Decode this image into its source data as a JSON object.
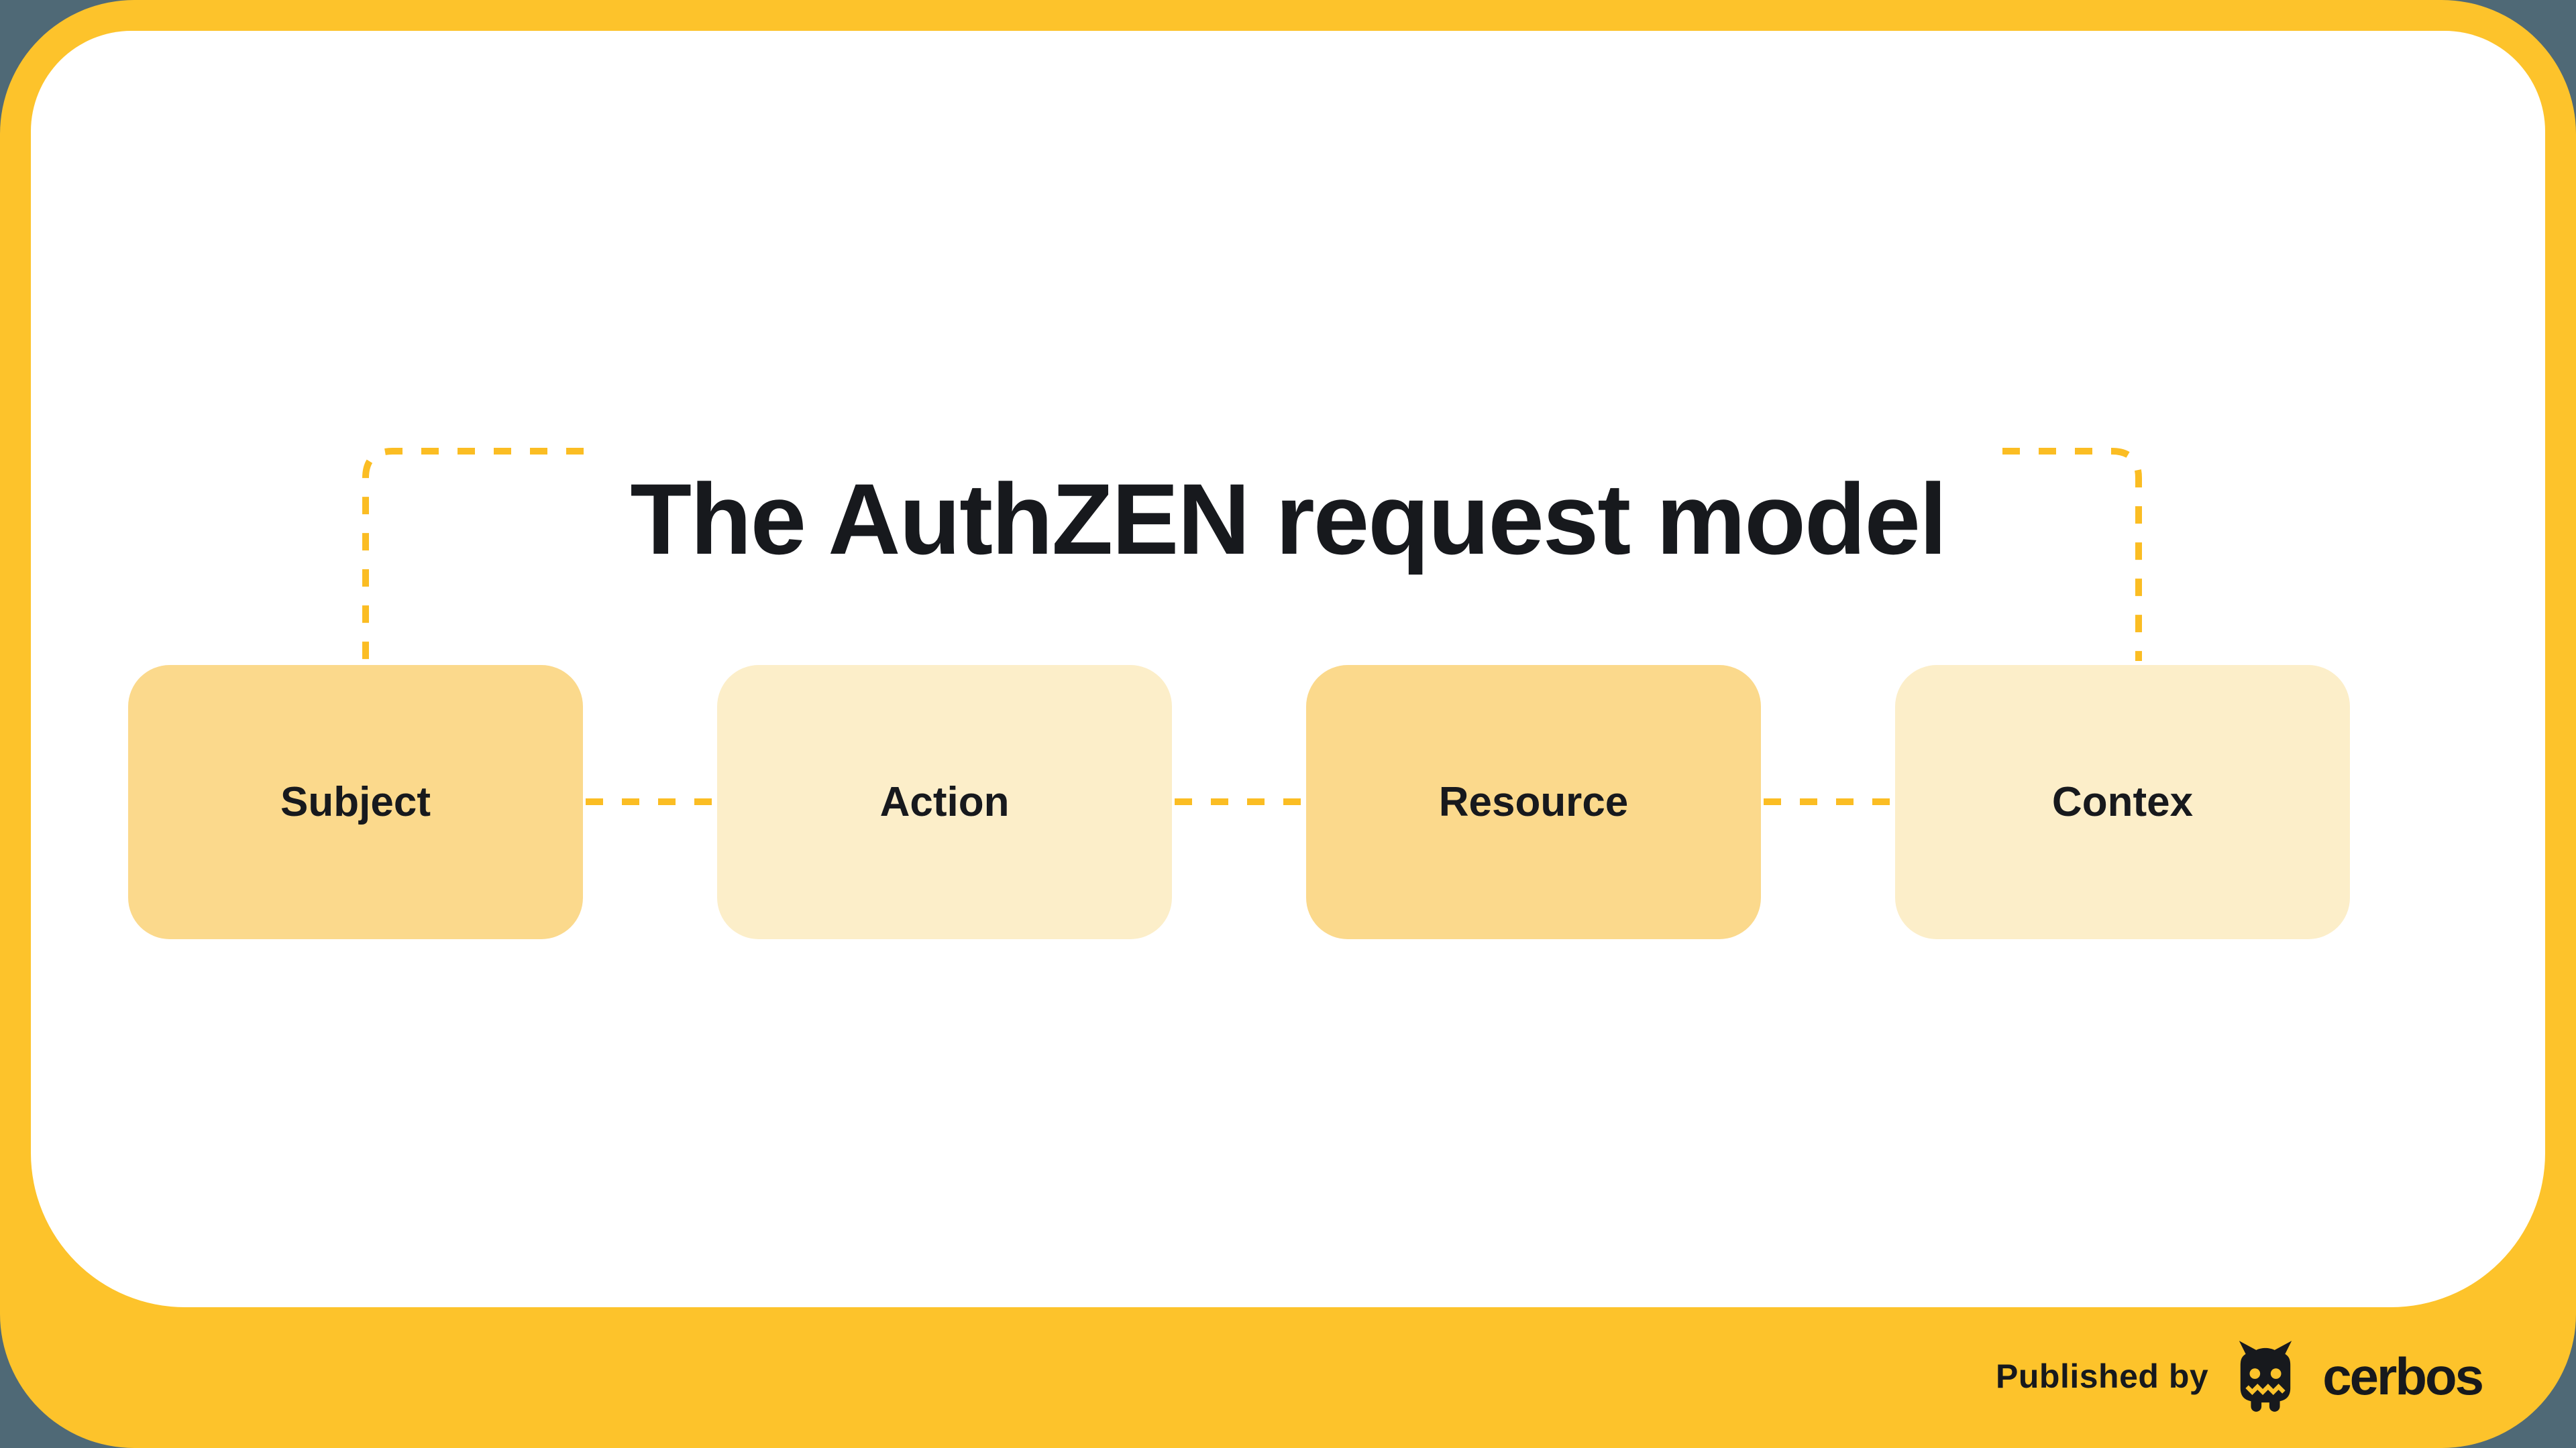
{
  "colors": {
    "background": "#4F6976",
    "frame": "#FDC32B",
    "card": "#FFFFFF",
    "connector": "#FBBD23",
    "text": "#17191D"
  },
  "title": "The AuthZEN request model",
  "diagram": {
    "boxes": [
      {
        "label": "Subject",
        "fill": "#FBD98C"
      },
      {
        "label": "Action",
        "fill": "#FCEEC9"
      },
      {
        "label": "Resource",
        "fill": "#FBD98C"
      },
      {
        "label": "Contex",
        "fill": "#FCEEC9"
      }
    ]
  },
  "footer": {
    "published_by": "Published by",
    "brand": "cerbos",
    "logo": "cerbos-monster-icon"
  }
}
